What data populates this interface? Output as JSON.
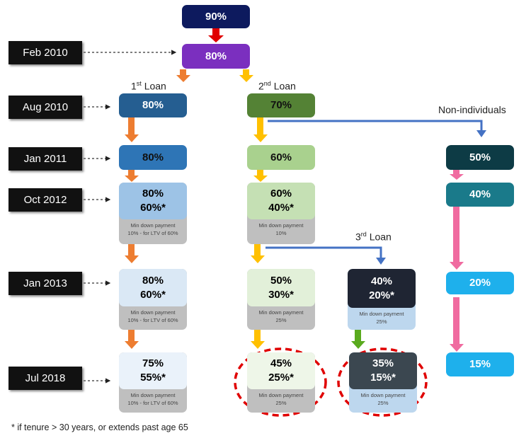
{
  "dates": [
    "Feb 2010",
    "Aug 2010",
    "Jan 2011",
    "Oct 2012",
    "Jan 2013",
    "Jul 2018"
  ],
  "top": {
    "initial": "90%",
    "feb2010": "80%"
  },
  "labels": {
    "loan1": "1",
    "loan1_sup": "st",
    "loan1_text": " Loan",
    "loan2": "2",
    "loan2_sup": "nd",
    "loan2_text": " Loan",
    "loan3": "3",
    "loan3_sup": "rd",
    "loan3_text": " Loan",
    "non_individuals": "Non-individuals"
  },
  "loan1": {
    "aug2010": "80%",
    "jan2011": "80%",
    "oct2012": {
      "a": "80%",
      "b": "60%*",
      "note1": "Min down payment",
      "note2": "10% - for LTV of 60%"
    },
    "jan2013": {
      "a": "80%",
      "b": "60%*",
      "note1": "Min down payment",
      "note2": "10% - for LTV of 60%"
    },
    "jul2018": {
      "a": "75%",
      "b": "55%*",
      "note1": "Min down payment",
      "note2": "10% - for LTV of 60%"
    }
  },
  "loan2": {
    "aug2010": "70%",
    "jan2011": "60%",
    "oct2012": {
      "a": "60%",
      "b": "40%*",
      "note1": "Min down payment",
      "note2": "10%"
    },
    "jan2013": {
      "a": "50%",
      "b": "30%*",
      "note1": "Min down payment",
      "note2": "25%"
    },
    "jul2018": {
      "a": "45%",
      "b": "25%*",
      "note1": "Min down payment",
      "note2": "25%"
    }
  },
  "loan3": {
    "jan2013": {
      "a": "40%",
      "b": "20%*",
      "note1": "Min down payment",
      "note2": "25%"
    },
    "jul2018": {
      "a": "35%",
      "b": "15%*",
      "note1": "Min down payment",
      "note2": "25%"
    }
  },
  "non_individuals": {
    "jan2011": "50%",
    "oct2012": "40%",
    "jan2013": "20%",
    "jul2018": "15%"
  },
  "footnote": "* if tenure > 30 years, or extends past age 65",
  "colors": {
    "highlight": "#e00000",
    "connector": "#4472c4",
    "loan1_arrow": "#ed7d31",
    "loan2_arrow": "#ffc000",
    "loan3_arrow": "#5aaa1e",
    "nonind_arrow": "#f06ba0"
  }
}
